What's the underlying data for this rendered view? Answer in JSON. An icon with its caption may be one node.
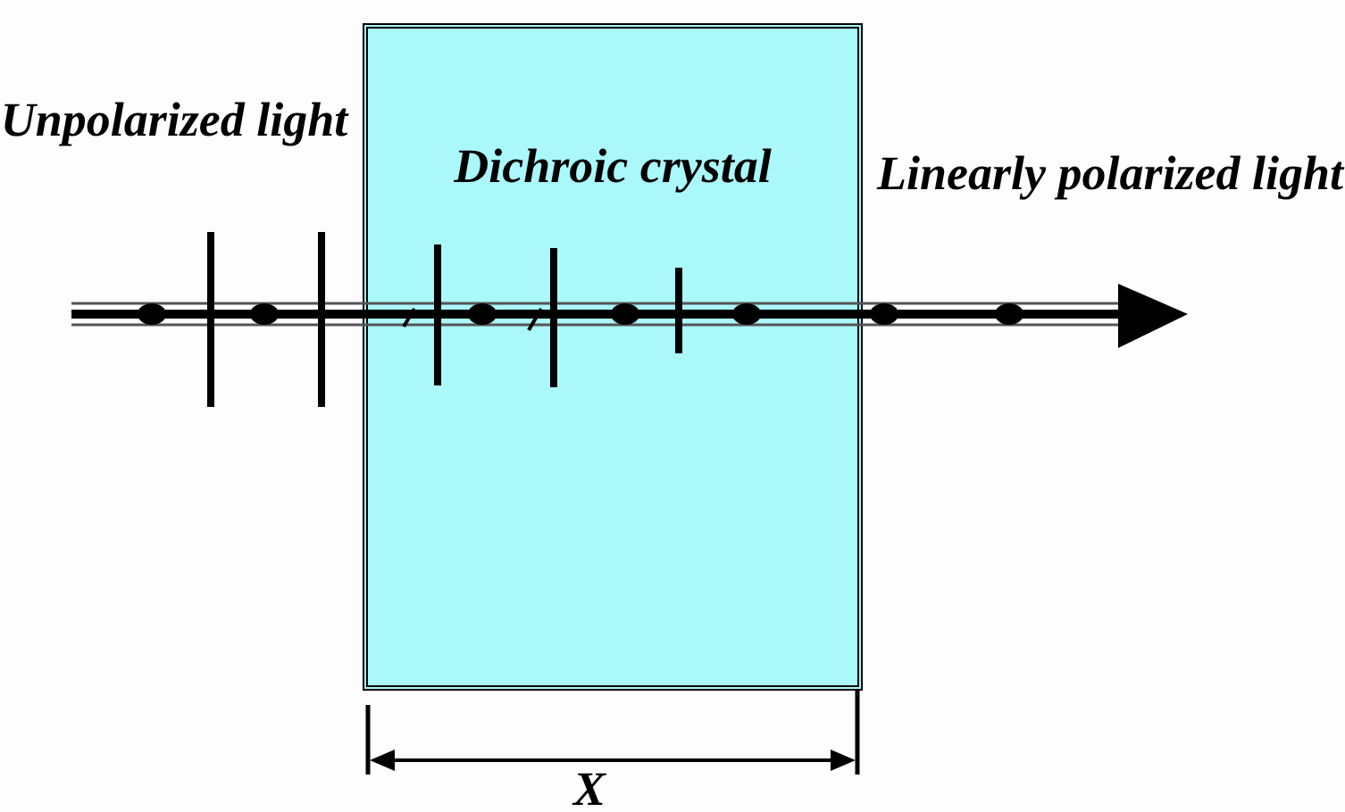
{
  "diagram": {
    "nodes": [
      {
        "text": [
          "Dichroic crystal"
        ]
      }
    ],
    "labels": [
      "Unpolarized light",
      "Linearly polarized light",
      "X"
    ]
  }
}
